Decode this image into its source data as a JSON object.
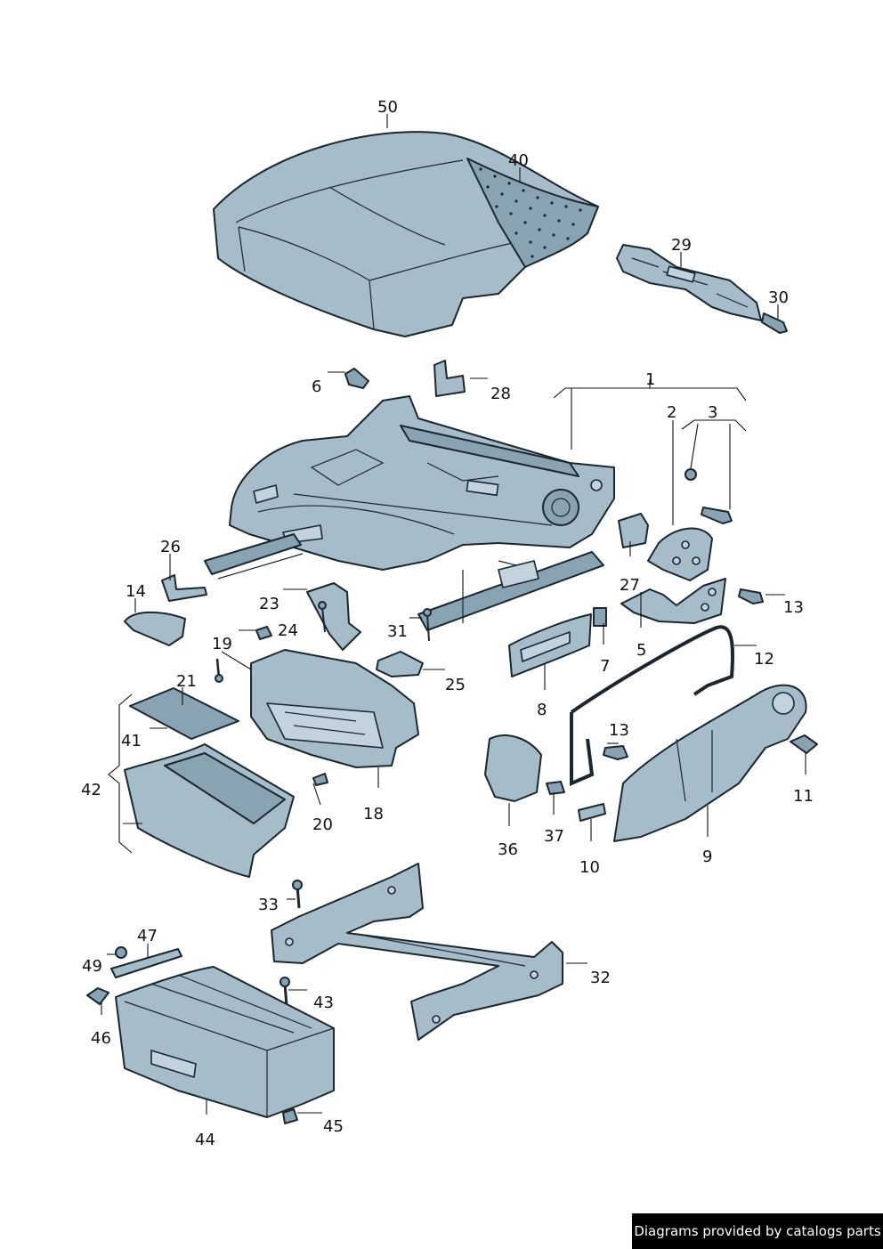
{
  "labels": {
    "p1": "1",
    "p2": "2",
    "p3": "3",
    "p5": "5",
    "p6": "6",
    "p7": "7",
    "p8": "8",
    "p9": "9",
    "p10": "10",
    "p11": "11",
    "p12": "12",
    "p13a": "13",
    "p13b": "13",
    "p14": "14",
    "p18": "18",
    "p19": "19",
    "p20": "20",
    "p21": "21",
    "p23": "23",
    "p24": "24",
    "p25": "25",
    "p26": "26",
    "p27": "27",
    "p28": "28",
    "p29": "29",
    "p30": "30",
    "p31": "31",
    "p32": "32",
    "p33": "33",
    "p36": "36",
    "p37": "37",
    "p40": "40",
    "p41": "41",
    "p42": "42",
    "p43": "43",
    "p44": "44",
    "p45": "45",
    "p46": "46",
    "p47": "47",
    "p49": "49",
    "p50": "50"
  },
  "footer": {
    "text": "Diagrams provided by catalogs parts"
  },
  "colors": {
    "part_fill": "#a7bcc9",
    "outline": "#1a2630",
    "footer_bg": "#000000"
  }
}
